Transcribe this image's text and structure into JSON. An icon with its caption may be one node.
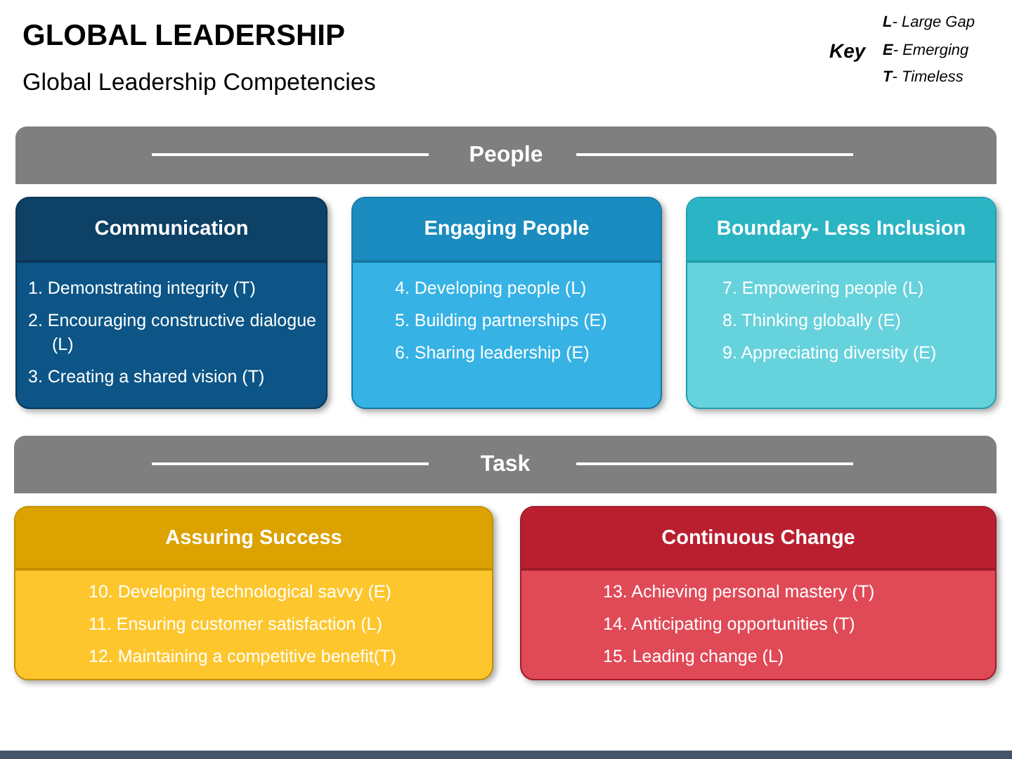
{
  "diagram": {
    "title": "GLOBAL LEADERSHIP",
    "nodes": [
      {
        "text": [
          "People"
        ]
      },
      {
        "text": [
          "Communication",
          "1. Demonstrating integrity (T)",
          "2. Encouraging constructive dialogue (L)",
          "3. Creating a shared vision (T)"
        ]
      },
      {
        "text": [
          "Engaging People",
          "4. Developing people (L)",
          "5. Building partnerships (E)",
          "6. Sharing leadership (E)"
        ]
      },
      {
        "text": [
          "Boundary- Less Inclusion",
          "7. Empowering people (L)",
          "8. Thinking globally (E)",
          "9. Appreciating diversity (E)"
        ]
      },
      {
        "text": [
          "Task"
        ]
      },
      {
        "text": [
          "Assuring Success",
          "10. Developing technological savvy (E)",
          "11. Ensuring customer satisfaction (L)",
          "12. Maintaining a competitive benefit(T)"
        ]
      },
      {
        "text": [
          "Continuous Change",
          "13. Achieving personal mastery (T)",
          "14. Anticipating opportunities (T)",
          "15. Leading change (L)"
        ]
      }
    ],
    "labels": [
      "Global Leadership Competencies",
      "Key",
      "**L**- Large Gap",
      "**E**- Emerging",
      "**T**- Timeless"
    ]
  }
}
